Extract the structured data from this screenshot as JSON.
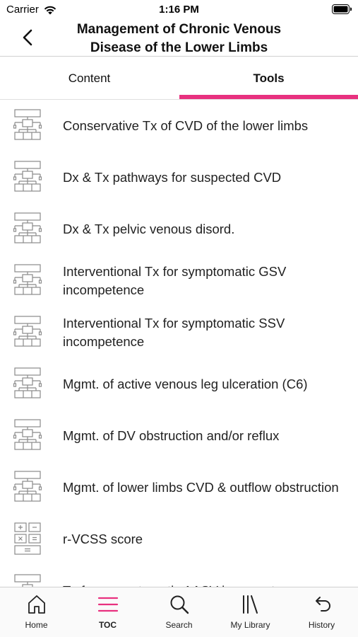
{
  "status_bar": {
    "carrier": "Carrier",
    "time": "1:16 PM"
  },
  "nav": {
    "title_line1": "Management of Chronic Venous",
    "title_line2": "Disease of the Lower Limbs"
  },
  "tabs": [
    {
      "label": "Content",
      "active": false
    },
    {
      "label": "Tools",
      "active": true
    }
  ],
  "accent_color": "#e8317f",
  "list": {
    "items": [
      {
        "icon": "flowchart-icon",
        "label": "Conservative Tx of CVD of the lower limbs"
      },
      {
        "icon": "flowchart-icon",
        "label": "Dx & Tx pathways for suspected CVD"
      },
      {
        "icon": "flowchart-icon",
        "label": "Dx & Tx pelvic venous disord."
      },
      {
        "icon": "flowchart-icon",
        "label": "Interventional Tx for symptomatic GSV incompetence"
      },
      {
        "icon": "flowchart-icon",
        "label": "Interventional Tx for symptomatic SSV incompetence"
      },
      {
        "icon": "flowchart-icon",
        "label": "Mgmt. of active venous leg ulceration (C6)"
      },
      {
        "icon": "flowchart-icon",
        "label": "Mgmt. of DV obstruction and/or reflux"
      },
      {
        "icon": "flowchart-icon",
        "label": "Mgmt. of lower limbs CVD & outflow obstruction"
      },
      {
        "icon": "calculator-icon",
        "label": "r-VCSS score"
      },
      {
        "icon": "flowchart-icon",
        "label": "Tx for asymptomatic AASV incompetence"
      }
    ]
  },
  "tab_bar": {
    "items": [
      {
        "icon": "home-icon",
        "label": "Home",
        "active": false
      },
      {
        "icon": "toc-icon",
        "label": "TOC",
        "active": true
      },
      {
        "icon": "search-icon",
        "label": "Search",
        "active": false
      },
      {
        "icon": "library-icon",
        "label": "My Library",
        "active": false
      },
      {
        "icon": "history-icon",
        "label": "History",
        "active": false
      }
    ]
  }
}
